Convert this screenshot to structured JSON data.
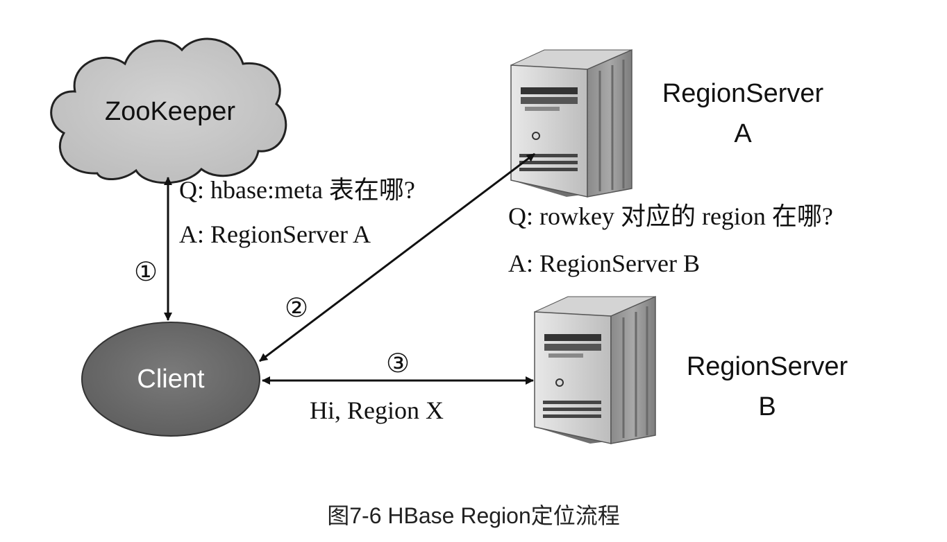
{
  "nodes": {
    "zookeeper": "ZooKeeper",
    "client": "Client",
    "server_a": {
      "line1": "RegionServer",
      "line2": "A"
    },
    "server_b": {
      "line1": "RegionServer",
      "line2": "B"
    }
  },
  "messages": {
    "step1": {
      "number": "①",
      "question": "Q: hbase:meta 表在哪?",
      "answer": "A: RegionServer A"
    },
    "step2": {
      "number": "②",
      "question": "Q: rowkey 对应的 region 在哪?",
      "answer": "A: RegionServer B"
    },
    "step3": {
      "number": "③",
      "text": "Hi, Region X"
    }
  },
  "caption": "图7-6 HBase Region定位流程",
  "colors": {
    "cloud_fill": "#c9c9c9",
    "client_fill": "#6b6b6b",
    "server_body": "#9a9a9a",
    "arrow": "#111111"
  }
}
